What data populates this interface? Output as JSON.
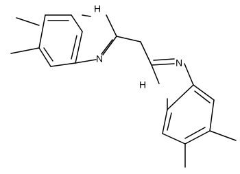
{
  "molecule": {
    "atoms": {
      "nh_top": "H",
      "n_left": "N",
      "n_right": "N",
      "nh_bottom": "H"
    },
    "colors": {
      "bond": "#000000",
      "label": "#000000",
      "background": "#ffffff"
    }
  }
}
